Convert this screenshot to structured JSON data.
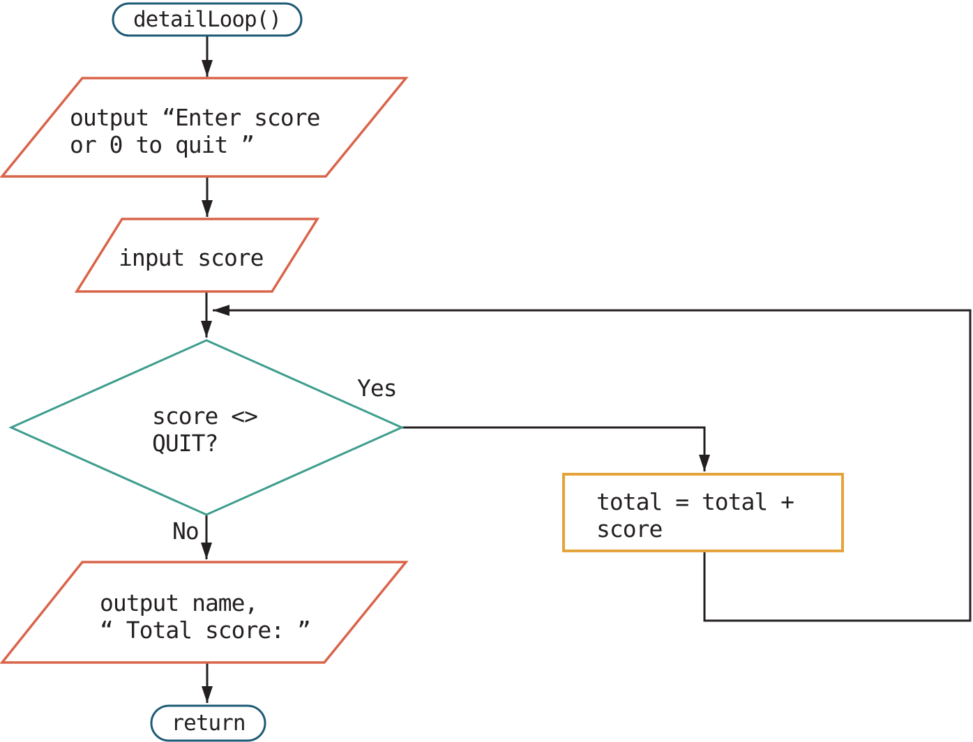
{
  "palette": {
    "terminal-border": "#1d5a74",
    "io-border": "#d9644a",
    "decision-border": "#3d9d8d",
    "process-border": "#e5a33c",
    "connector": "#231f20",
    "text-color": "#231f20",
    "background": "#ffffff"
  },
  "flowchart": {
    "start": {
      "type": "terminal",
      "label": "detailLoop()"
    },
    "output_prompt": {
      "type": "parallelogram-io",
      "label": "output “Enter score\nor 0 to quit ”"
    },
    "input_score": {
      "type": "parallelogram-io",
      "label": "input score"
    },
    "decision": {
      "type": "diamond",
      "label": "score <>\nQUIT?",
      "yes_label": "Yes",
      "no_label": "No"
    },
    "process_total": {
      "type": "rectangle-process",
      "label": "total = total +\nscore"
    },
    "output_total": {
      "type": "parallelogram-io",
      "label": "output name,\n“ Total score: ”"
    },
    "end": {
      "type": "terminal",
      "label": "return"
    }
  }
}
